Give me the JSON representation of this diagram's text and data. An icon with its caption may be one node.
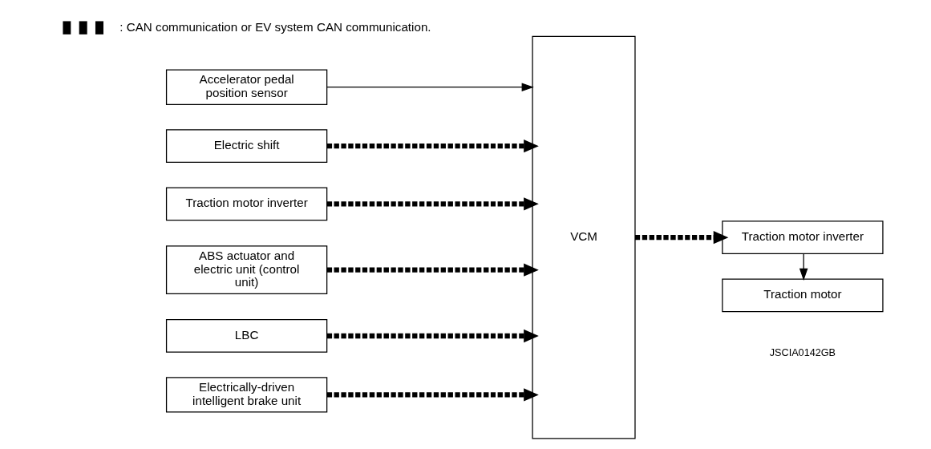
{
  "diagram": {
    "nodes": [
      {
        "text": [
          "Accelerator pedal position sensor"
        ]
      },
      {
        "text": [
          "Electric shift"
        ]
      },
      {
        "text": [
          "Traction motor inverter"
        ]
      },
      {
        "text": [
          "ABS actuator and electric unit (control unit)"
        ]
      },
      {
        "text": [
          "LBC"
        ]
      },
      {
        "text": [
          "Electrically-driven intelligent brake unit"
        ]
      },
      {
        "text": [
          "VCM"
        ]
      },
      {
        "text": [
          "Traction motor inverter"
        ]
      },
      {
        "text": [
          "Traction motor"
        ]
      }
    ],
    "edges": [
      {
        "from": 0,
        "to": 6,
        "arrow": "to"
      },
      {
        "from": 1,
        "to": 6,
        "arrow": "to",
        "style": "dashed"
      },
      {
        "from": 2,
        "to": 6,
        "arrow": "to",
        "style": "dashed"
      },
      {
        "from": 3,
        "to": 6,
        "arrow": "to",
        "style": "dashed"
      },
      {
        "from": 4,
        "to": 6,
        "arrow": "to",
        "style": "dashed"
      },
      {
        "from": 5,
        "to": 6,
        "arrow": "to",
        "style": "dashed"
      },
      {
        "from": 6,
        "to": 7,
        "arrow": "to",
        "style": "dashed"
      },
      {
        "from": 7,
        "to": 8,
        "arrow": "to"
      }
    ],
    "labels": [
      "JSCIA0142GB"
    ],
    "legend": [
      {
        "text": ": CAN communication or EV system CAN communication."
      }
    ]
  }
}
